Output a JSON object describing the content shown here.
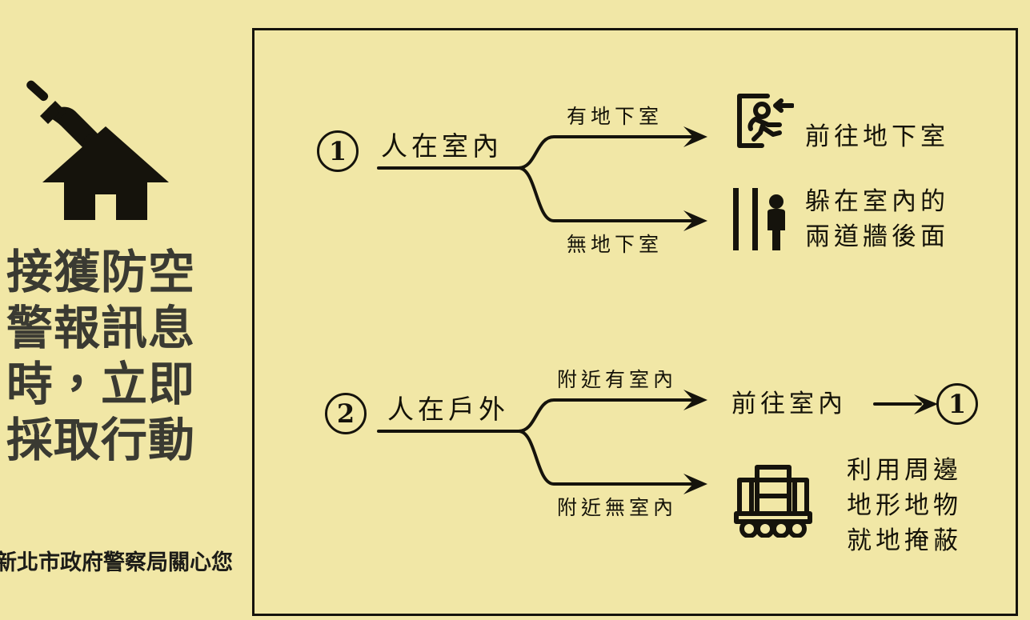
{
  "poster": {
    "background_color": "#f1e7a6",
    "frame_border_color": "#15130c",
    "ink_color": "#15130c"
  },
  "left_panel": {
    "icon_name": "bomb-falling-on-house-icon",
    "headline": "接獲防空\n警報訊息\n時，立即\n採取行動",
    "footer_note": "新北市政府警察局關心您"
  },
  "diagram": {
    "branches": [
      {
        "number": "1",
        "label": "人在室內",
        "conditions": [
          {
            "label": "有地下室",
            "outcome_text": "前往地下室",
            "outcome_icon": "exit-running-person-icon"
          },
          {
            "label": "無地下室",
            "outcome_text": "躲在室內的\n兩道牆後面",
            "outcome_icon": "two-walls-person-icon"
          }
        ]
      },
      {
        "number": "2",
        "label": "人在戶外",
        "conditions": [
          {
            "label": "附近有室內",
            "outcome_text": "前往室內",
            "outcome_icon": "arrow-to-step-one",
            "outcome_ref": "1"
          },
          {
            "label": "附近無室內",
            "outcome_text": "利用周邊\n地形地物\n就地掩蔽",
            "outcome_icon": "culvert-underpass-icon"
          }
        ]
      }
    ]
  }
}
